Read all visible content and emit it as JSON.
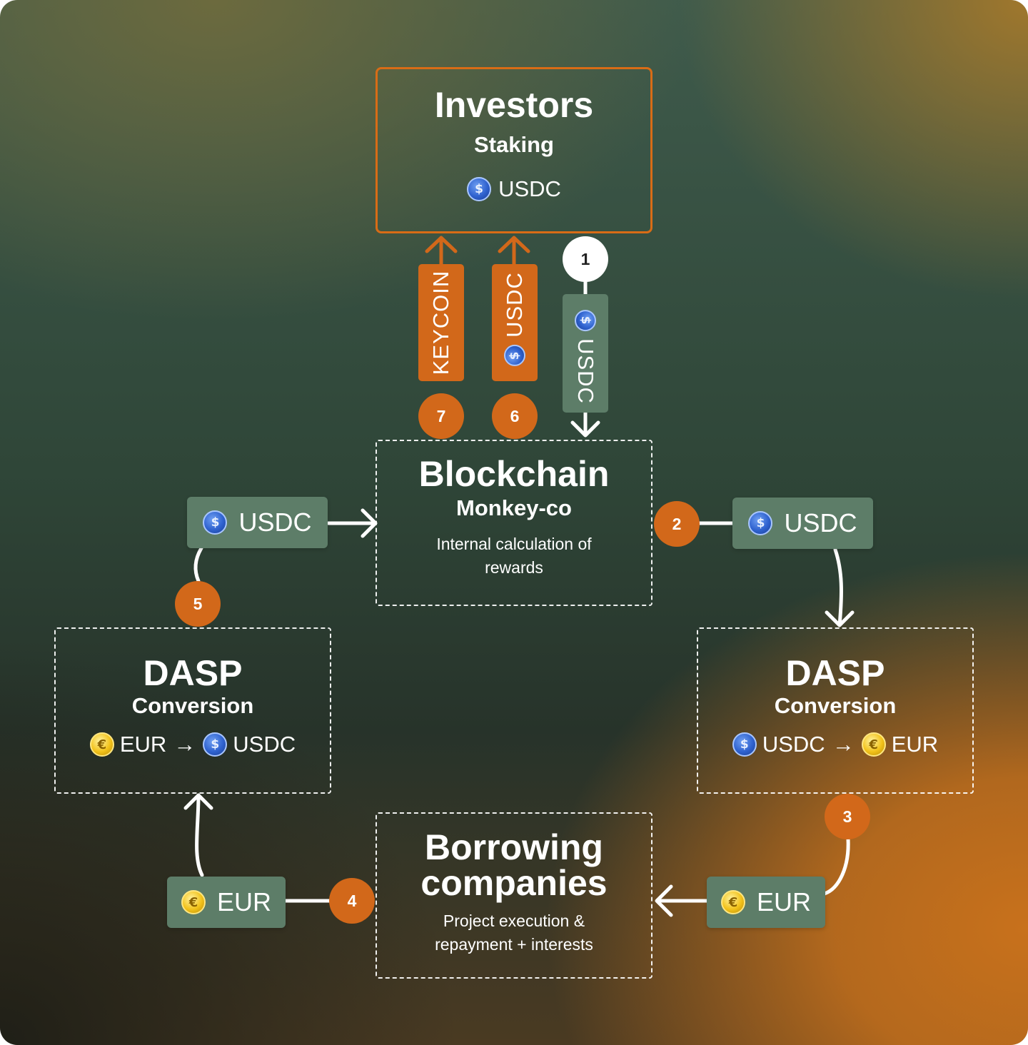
{
  "investors": {
    "title": "Investors",
    "subtitle": "Staking",
    "currency": "USDC",
    "currency_icon": "usdc-coin"
  },
  "blockchain": {
    "title": "Blockchain",
    "subtitle": "Monkey-co",
    "note": "Internal calculation of rewards"
  },
  "dasp_left": {
    "title": "DASP",
    "subtitle": "Conversion",
    "from": "EUR",
    "arrow": "→",
    "to": "USDC"
  },
  "dasp_right": {
    "title": "DASP",
    "subtitle": "Conversion",
    "from": "USDC",
    "arrow": "→",
    "to": "EUR"
  },
  "borrowing": {
    "title": "Borrowing companies",
    "note": "Project execution & repayment + interests"
  },
  "pills": {
    "left_usdc": "USDC",
    "right_usdc": "USDC",
    "left_eur": "EUR",
    "right_eur": "EUR",
    "keycoin": "KEYCOIN",
    "usdc_up": "USDC",
    "usdc_down": "USDC"
  },
  "steps": [
    "1",
    "2",
    "3",
    "4",
    "5",
    "6",
    "7"
  ],
  "colors": {
    "accent": "#d2681a",
    "pill_green": "#5d7d68",
    "text": "#ffffff"
  }
}
